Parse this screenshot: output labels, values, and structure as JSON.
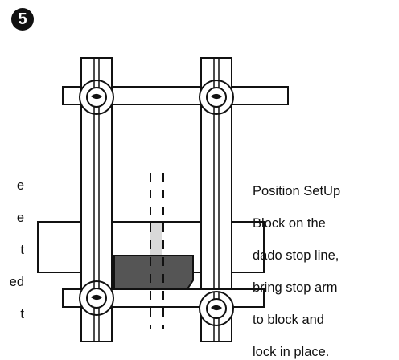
{
  "step": {
    "number": "5"
  },
  "caption": {
    "lines": [
      "Position SetUp",
      "Block on the",
      "dado stop line,",
      "bring stop arm",
      "to block and",
      "lock in place."
    ]
  },
  "left_caption_fragment": {
    "lines": [
      "e",
      "e",
      "t",
      "ed",
      "t"
    ]
  },
  "colors": {
    "ink": "#111111",
    "block_fill": "#555555",
    "slot_fill": "#d9d9d9",
    "background": "#ffffff"
  },
  "icons": [
    "knob-icon"
  ]
}
